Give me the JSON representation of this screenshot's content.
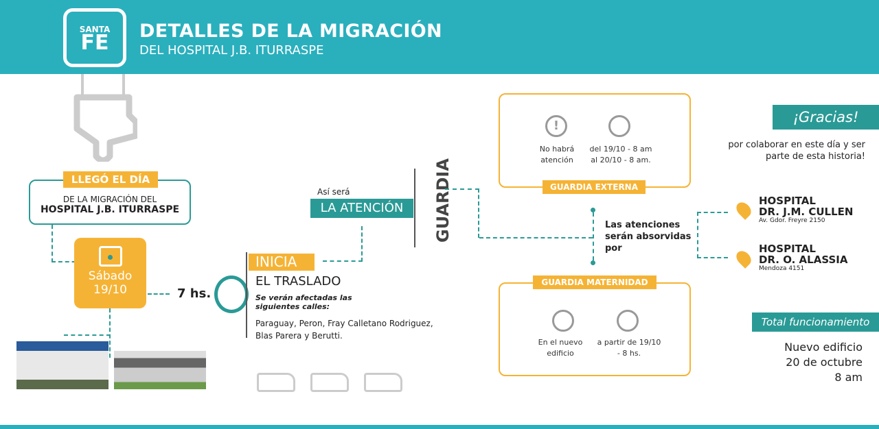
{
  "header": {
    "logo_top": "SANTA",
    "logo_bottom": "FE",
    "title": "DETALLES DE LA MIGRACIÓN",
    "subtitle": "DEL HOSPITAL J.B. ITURRASPE"
  },
  "intro": {
    "tag": "LLEGÓ EL DÍA",
    "line1": "DE LA MIGRACIÓN DEL",
    "line2": "HOSPITAL J.B. ITURRASPE"
  },
  "date": {
    "day": "Sábado",
    "date": "19/10"
  },
  "time": "7 hs.",
  "traslado": {
    "tag": "INICIA",
    "title": "EL TRASLADO",
    "affected": "Se verán afectadas las siguientes calles:",
    "streets": "Paraguay, Peron, Fray Calletano Rodriguez, Blas Parera y Berutti."
  },
  "atencion": {
    "pre": "Así será",
    "title": "LA ATENCIÓN",
    "vertical": "GUARDIA"
  },
  "guardia_externa": {
    "tag": "GUARDIA EXTERNA",
    "item1": "No habrá atención",
    "item2": "del 19/10 - 8 am al 20/10 - 8 am."
  },
  "guardia_maternidad": {
    "tag": "GUARDIA MATERNIDAD",
    "item1": "En el nuevo edificio",
    "item2": "a partir de 19/10 - 8 hs."
  },
  "absorbed": "Las atenciones serán absorvidas por",
  "hospitals": [
    {
      "name1": "HOSPITAL",
      "name2": "DR. J.M. CULLEN",
      "address": "Av. Gdor. Freyre 2150"
    },
    {
      "name1": "HOSPITAL",
      "name2": "DR. O. ALASSIA",
      "address": "Mendoza 4151"
    }
  ],
  "gracias": {
    "title": "¡Gracias!",
    "text": "por colaborar en este día y ser parte de esta historia!"
  },
  "total": {
    "title": "Total funcionamiento",
    "line1": "Nuevo edificio",
    "line2": "20 de octubre",
    "line3": "8 am"
  },
  "colors": {
    "header": "#2aafbd",
    "teal": "#2a9a96",
    "yellow": "#f5b335"
  }
}
